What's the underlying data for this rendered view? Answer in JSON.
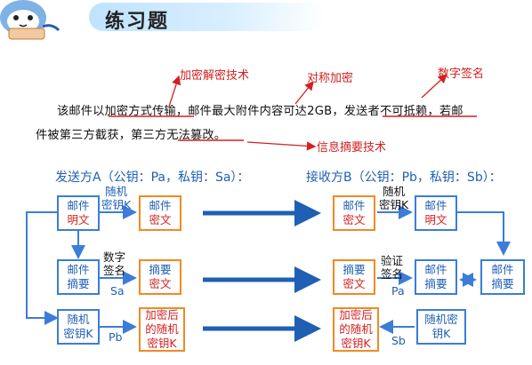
{
  "title": "练习题",
  "annotations": {
    "decrypt_tech": "加密解密技术",
    "symmetric": "对称加密",
    "signature": "数字签名",
    "digest_tech": "信息摘要技术"
  },
  "paragraph": {
    "line1": "该邮件以加密方式传输，邮件最大附件内容可达2GB，发送者不可抵赖，若邮",
    "line2": "件被第三方截获，第三方无法篡改。"
  },
  "sender_header": "发送方A（公钥：Pa，私钥：Sa）：",
  "receiver_header": "接收方B（公钥：Pb，私钥：Sb）：",
  "boxes": {
    "s_plain_1": "邮件",
    "s_plain_2": "明文",
    "s_cipher_1": "邮件",
    "s_cipher_2": "密文",
    "s_digest_1": "邮件",
    "s_digest_2": "摘要",
    "s_dcipher_1": "摘要",
    "s_dcipher_2": "密文",
    "s_key_1": "随机",
    "s_key_2": "密钥K",
    "s_ekey_1": "加密后",
    "s_ekey_2": "的随机",
    "s_ekey_3": "密钥K",
    "r_cipher_1": "邮件",
    "r_cipher_2": "密文",
    "r_plain_1": "邮件",
    "r_plain_2": "明文",
    "r_dcipher_1": "摘要",
    "r_dcipher_2": "密文",
    "r_digest_1": "邮件",
    "r_digest_2": "摘要",
    "r_digest2_1": "邮件",
    "r_digest2_2": "摘要",
    "r_ekey_1": "加密后",
    "r_ekey_2": "的随机",
    "r_ekey_3": "密钥K",
    "r_key_1": "随机密",
    "r_key_2": "钥K"
  },
  "labels": {
    "s_randkey_1": "随机",
    "s_randkey_2": "密钥K",
    "s_sign_1": "数字",
    "s_sign_2": "签名",
    "s_sa": "Sa",
    "s_pb": "Pb",
    "r_randkey_1": "随机",
    "r_randkey_2": "密钥K",
    "r_verify_1": "验证",
    "r_verify_2": "签名",
    "r_pa": "Pa",
    "r_sb": "Sb"
  }
}
